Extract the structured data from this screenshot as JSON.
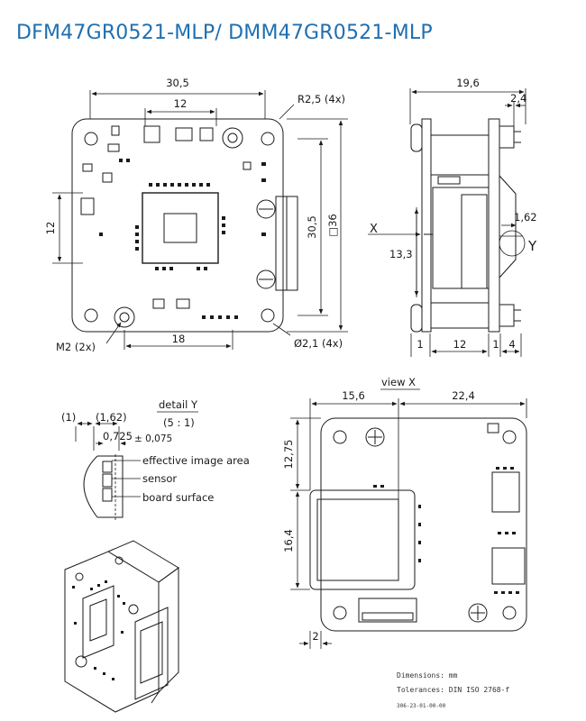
{
  "title": "DFM47GR0521-MLP/ DMM47GR0521-MLP",
  "front_view": {
    "width": "30,5",
    "inner_width": "12",
    "corner_radius": "R2,5 (4x)",
    "height_left": "12",
    "height_right": "30,5",
    "square_mark": "□36",
    "bottom_width": "18",
    "mount_label": "M2 (2x)",
    "hole_label": "Ø2,1 (4x)"
  },
  "side_view": {
    "width": "19,6",
    "right_offset": "2,4",
    "x_label": "X",
    "y_label": "Y",
    "dim_1_62": "1,62",
    "dim_13_3": "13,3",
    "bottom_dims": [
      "1",
      "12",
      "1",
      "4"
    ]
  },
  "detail": {
    "title": "detail Y",
    "scale": "(5 : 1)",
    "dim_a": "(1)",
    "dim_b": "(1,62)",
    "dim_c": "0,725",
    "tolerance": "± 0,075",
    "labels": [
      "effective image area",
      "sensor",
      "board surface"
    ]
  },
  "view_x": {
    "title": "view X",
    "dim_left": "15,6",
    "dim_right": "22,4",
    "dim_v1": "12,75",
    "dim_v2": "16,4",
    "dim_bottom": "2"
  },
  "footer": {
    "dimensions": "Dimensions: mm",
    "tolerances": "Tolerances: DIN ISO 2768-f",
    "code": "306-23-01-00-00"
  }
}
